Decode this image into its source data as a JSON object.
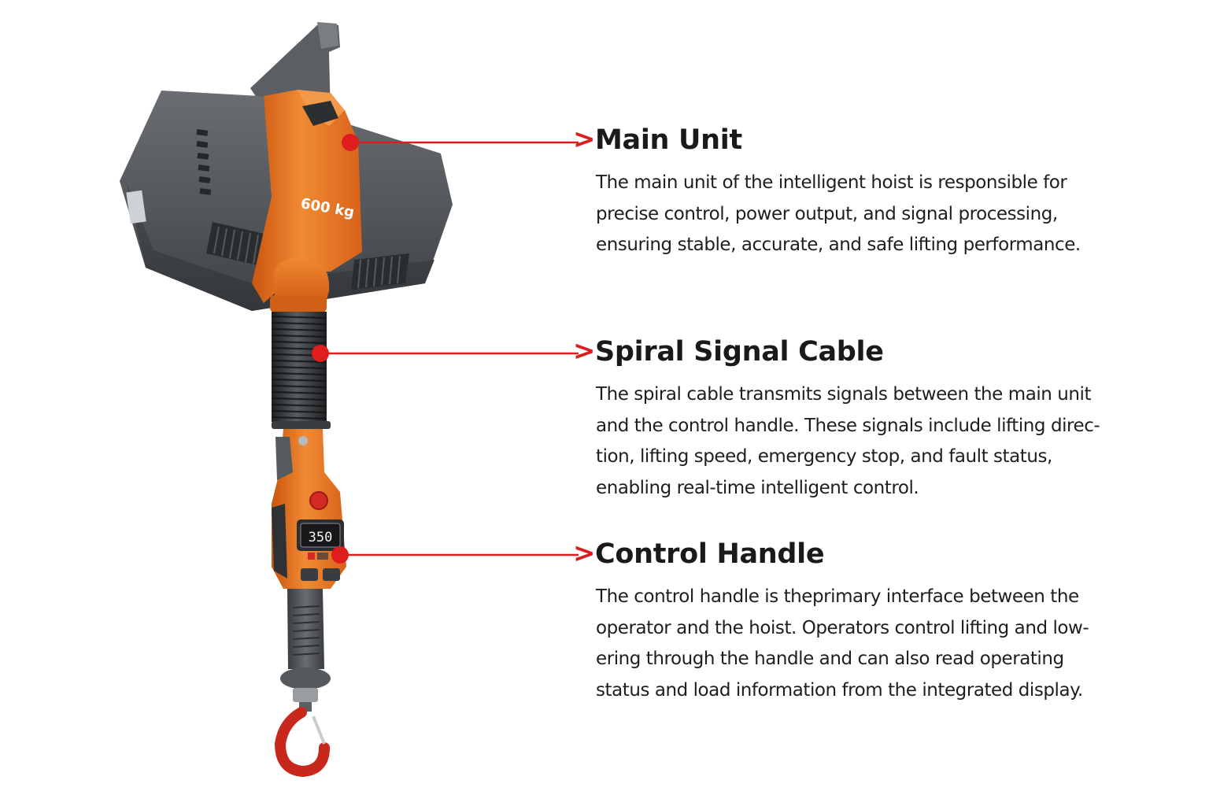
{
  "product": {
    "capacity_label": "600 kg",
    "display_reading": "350"
  },
  "colors": {
    "accent_red": "#d81e1e",
    "hoist_orange": "#e8701e",
    "housing_gray": "#54585c",
    "text": "#1c1c1c",
    "background": "#ffffff"
  },
  "callouts": [
    {
      "icon": "chevron-right-icon",
      "title": "Main Unit",
      "lines": [
        "The main unit of the intelligent hoist is responsible for",
        "precise control, power output, and signal processing,",
        "ensuring stable, accurate, and safe lifting performance."
      ]
    },
    {
      "icon": "chevron-right-icon",
      "title": "Spiral Signal Cable",
      "lines": [
        "The spiral cable transmits signals between the main unit",
        "and the control handle. These signals include lifting direc-",
        "tion, lifting speed, emergency stop, and fault status,",
        "enabling real-time intelligent control."
      ]
    },
    {
      "icon": "chevron-right-icon",
      "title": "Control Handle",
      "lines": [
        "The control handle is theprimary interface between the",
        "operator and the hoist. Operators control lifting and low-",
        "ering through the handle and can also read operating",
        "status and load information from the integrated display."
      ]
    }
  ]
}
